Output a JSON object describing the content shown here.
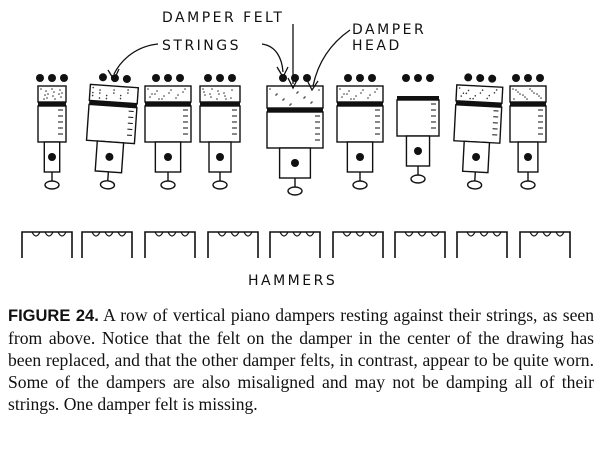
{
  "labels": {
    "damper_felt": "DAMPER FELT",
    "damper_head_line1": "DAMPER",
    "damper_head_line2": "HEAD",
    "strings": "STRINGS",
    "hammers": "HAMMERS"
  },
  "caption": {
    "label": "FIGURE 24.",
    "text": "A row of vertical piano dampers resting against their strings, as seen from above. Notice that the felt on the damper in the center of the drawing has been replaced, and that the other damper felts, in contrast, appear to be quite worn. Some of the dampers are also misaligned and may not be damping all of their strings. One damper felt is missing."
  },
  "diagram": {
    "damper_count": 9,
    "hammer_count": 9,
    "replaced_felt_index": 4,
    "missing_felt_index": 6
  }
}
